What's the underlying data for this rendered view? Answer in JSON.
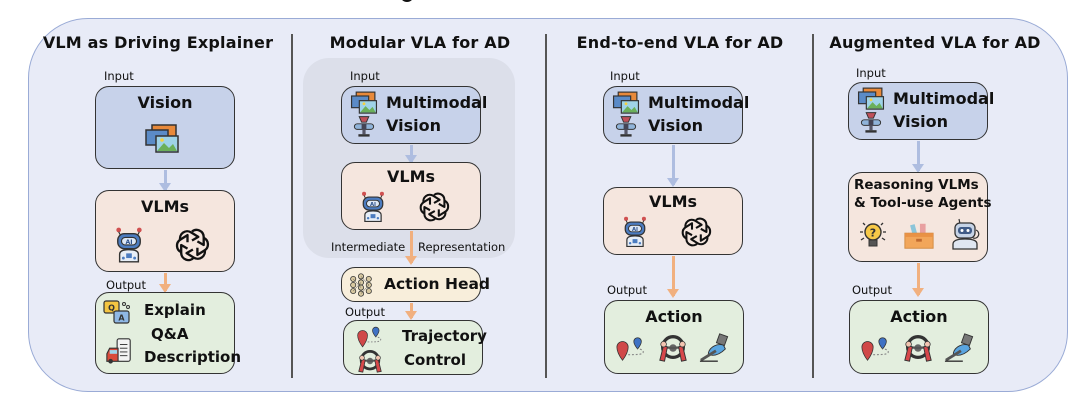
{
  "panels": [
    {
      "title": "VLM as Driving Explainer",
      "input_label": "Input",
      "input_box": {
        "title": "Vision",
        "icon": "images-icon"
      },
      "model_box": {
        "title": "VLMs",
        "icons": [
          "ai-robot-icon",
          "openai-logo-icon"
        ]
      },
      "output_label": "Output",
      "output_box": {
        "lines": [
          "Explain",
          "Q&A",
          "Description"
        ],
        "icons": [
          "qa-chat-icon",
          "car-checklist-icon"
        ]
      }
    },
    {
      "title": "Modular VLA for AD",
      "input_label": "Input",
      "input_box": {
        "lines": [
          "Multimodal",
          "Vision"
        ],
        "icons": [
          "images-icon",
          "lidar-sensor-icon"
        ]
      },
      "model_box": {
        "title": "VLMs",
        "icons": [
          "ai-robot-icon",
          "openai-logo-icon"
        ]
      },
      "intermediate_labels": [
        "Intermediate",
        "Representation"
      ],
      "head_box": {
        "title": "Action Head",
        "icon": "neural-net-icon"
      },
      "output_label": "Output",
      "output_box": {
        "lines": [
          "Trajectory",
          "Control"
        ],
        "icons": [
          "route-pins-icon",
          "steering-wheel-icon"
        ]
      }
    },
    {
      "title": "End-to-end VLA for AD",
      "input_label": "Input",
      "input_box": {
        "lines": [
          "Multimodal",
          "Vision"
        ],
        "icons": [
          "images-icon",
          "lidar-sensor-icon"
        ]
      },
      "model_box": {
        "title": "VLMs",
        "icons": [
          "ai-robot-icon",
          "openai-logo-icon"
        ]
      },
      "output_label": "Output",
      "output_box": {
        "title": "Action",
        "icons": [
          "route-pins-icon",
          "steering-wheel-icon",
          "pedal-icon"
        ]
      }
    },
    {
      "title": "Augmented VLA for AD",
      "input_label": "Input",
      "input_box": {
        "lines": [
          "Multimodal",
          "Vision"
        ],
        "icons": [
          "images-icon",
          "lidar-sensor-icon"
        ]
      },
      "model_box": {
        "lines": [
          "Reasoning VLMs",
          "& Tool-use Agents"
        ],
        "icons": [
          "lightbulb-question-icon",
          "toolbox-icon",
          "agent-robot-icon"
        ]
      },
      "output_label": "Output",
      "output_box": {
        "title": "Action",
        "icons": [
          "route-pins-icon",
          "steering-wheel-icon",
          "pedal-icon"
        ]
      }
    }
  ],
  "colors": {
    "frame_bg": "#e8ebf7",
    "frame_border": "#9aabd6",
    "input_box": "#c7d2ea",
    "model_box": "#f5e6de",
    "output_box": "#e3eede",
    "head_box": "#f8eedb",
    "arrow_blue": "#aebde0",
    "arrow_orange": "#f1b07f"
  }
}
